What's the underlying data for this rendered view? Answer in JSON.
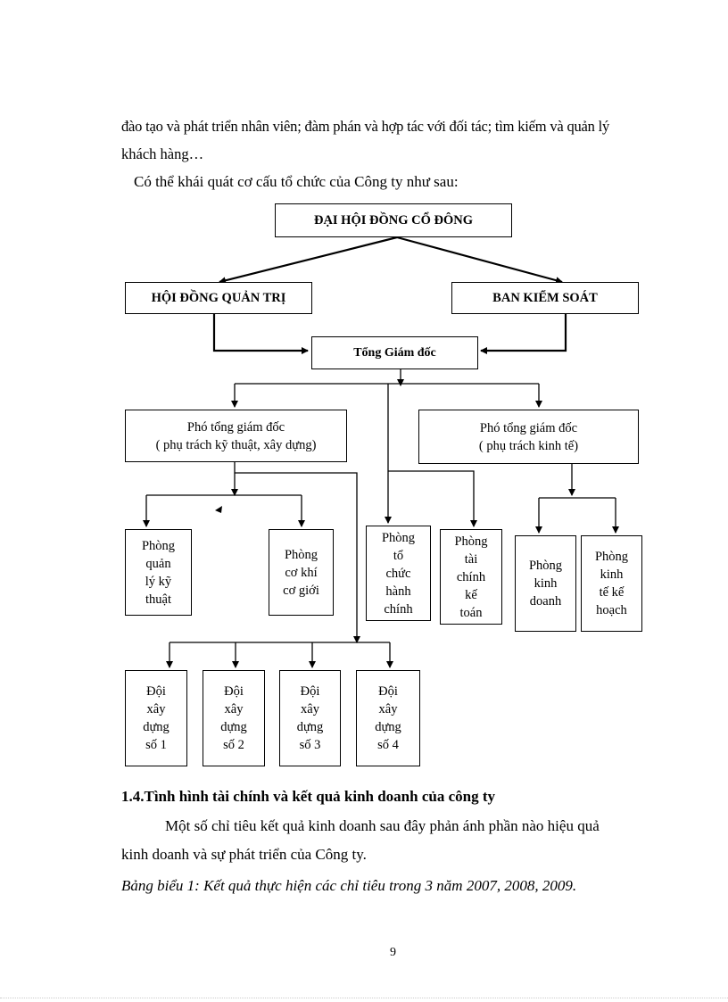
{
  "text": {
    "para1": "đào tạo và phát triển nhân viên; đàm phán và hợp tác với đối tác; tìm kiếm và quản lý",
    "para2": "khách hàng…",
    "para3": "Có thể khái quát cơ cấu tổ chức của Công ty như sau:",
    "heading": "1.4.Tình hình tài chính và kết quả kinh doanh của công ty",
    "para4": "Một số chỉ tiêu kết quả kinh doanh sau đây phản ánh phần nào hiệu quả",
    "para5": "kinh doanh và sự phát triển của Công ty.",
    "caption": "Bảng biểu 1:  Kết quả thực hiện các chỉ tiêu trong 3 năm 2007, 2008, 2009.",
    "page_number": "9"
  },
  "org_chart": {
    "shareholders": "ĐẠI HỘI ĐỒNG CỔ ĐÔNG",
    "board": "HỘI ĐỒNG QUẢN TRỊ",
    "supervisory": "BAN KIỂM SOÁT",
    "ceo": "Tổng Giám đốc",
    "deputy_tech": "Phó tổng giám  đốc\n( phụ trách kỹ thuật, xây dựng)",
    "deputy_econ": "Phó tổng giám  đốc\n( phụ trách kinh tế)",
    "dept_tech_mgmt": "Phòng\nquản\nlý kỹ\nthuật",
    "dept_mechanic": "Phòng\ncơ khí\ncơ giới",
    "dept_admin": "Phòng\ntổ\nchức\nhành\nchính",
    "dept_finance": "Phòng\ntài\nchính\nkế\ntoán",
    "dept_business": "Phòng\nkinh\ndoanh",
    "dept_planning": "Phòng\nkinh\ntế kế\nhoạch",
    "team1": "Đội\nxây\ndựng\nsố 1",
    "team2": "Đội\nxây\ndựng\nsố 2",
    "team3": "Đội\nxây\ndựng\nsố 3",
    "team4": "Đội\nxây\ndựng\nsố 4"
  }
}
